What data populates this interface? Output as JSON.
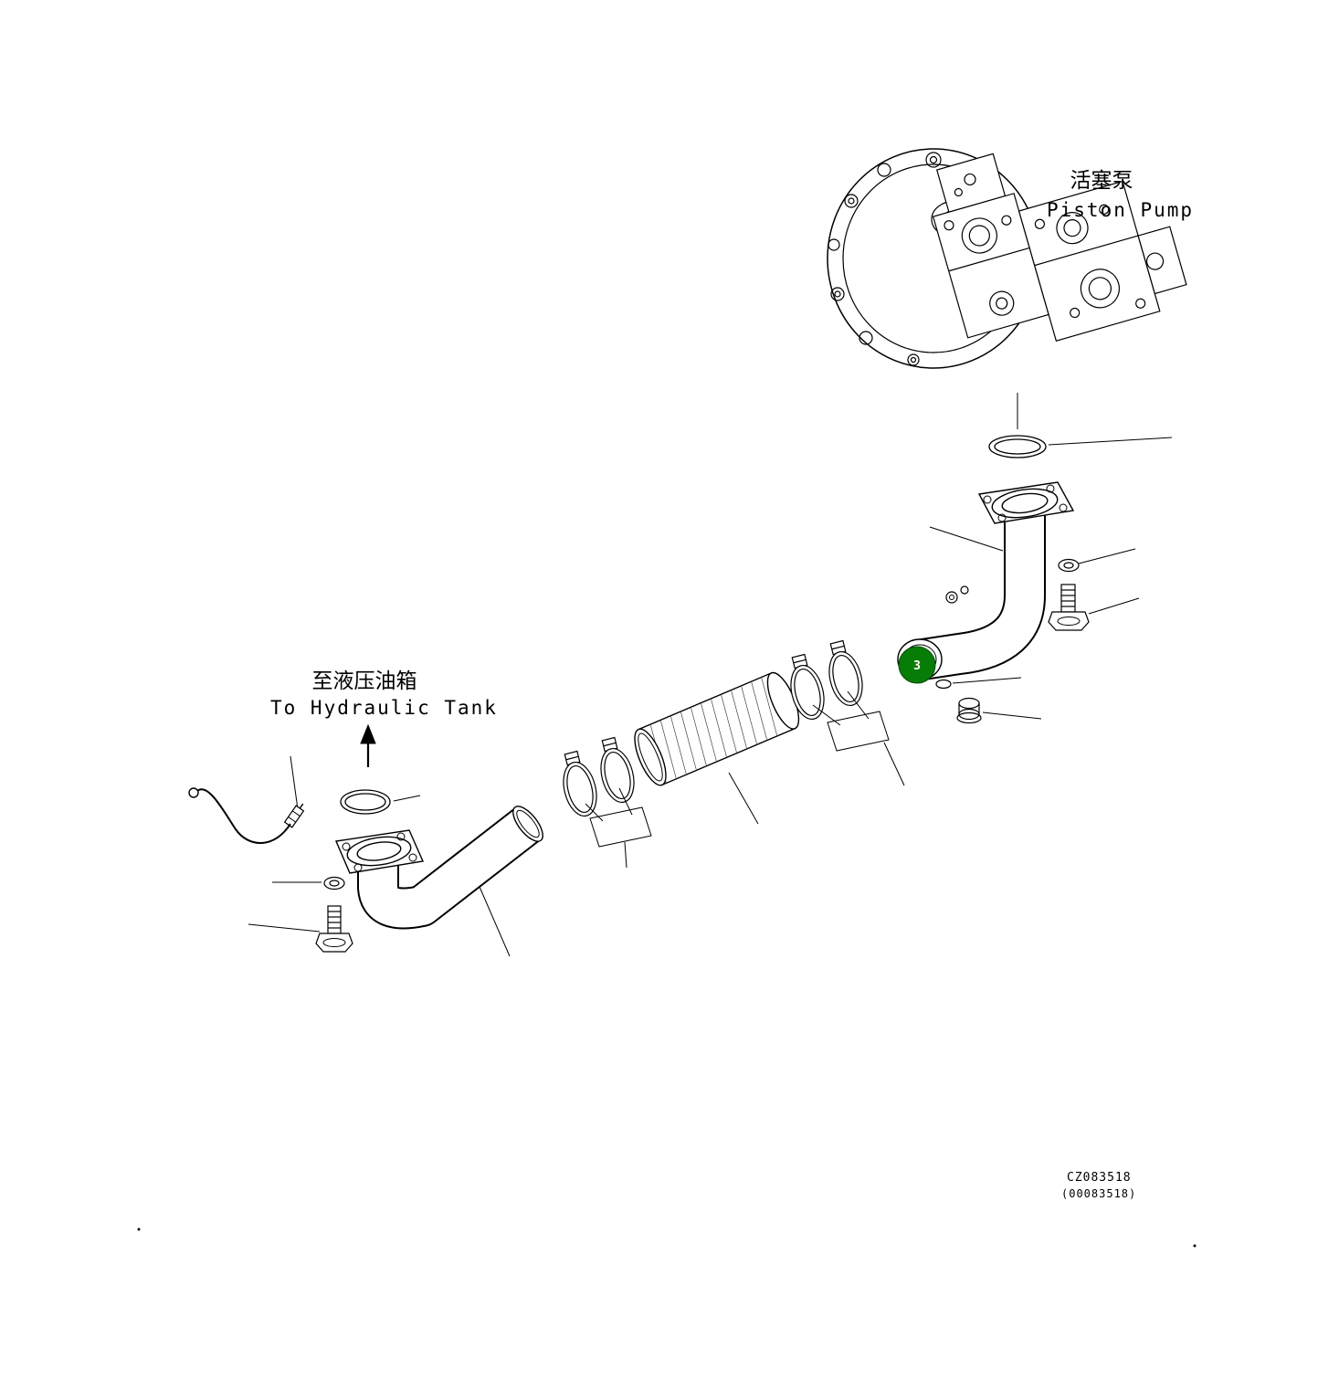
{
  "labels": {
    "pump_cn": "活塞泵",
    "pump_en": "Piston Pump",
    "tank_cn": "至液压油箱",
    "tank_en": "To Hydraulic Tank"
  },
  "callout": {
    "number": "3",
    "color": "#077d07"
  },
  "footer": {
    "code": "CZ083518",
    "code_alt": "(00083518)"
  }
}
